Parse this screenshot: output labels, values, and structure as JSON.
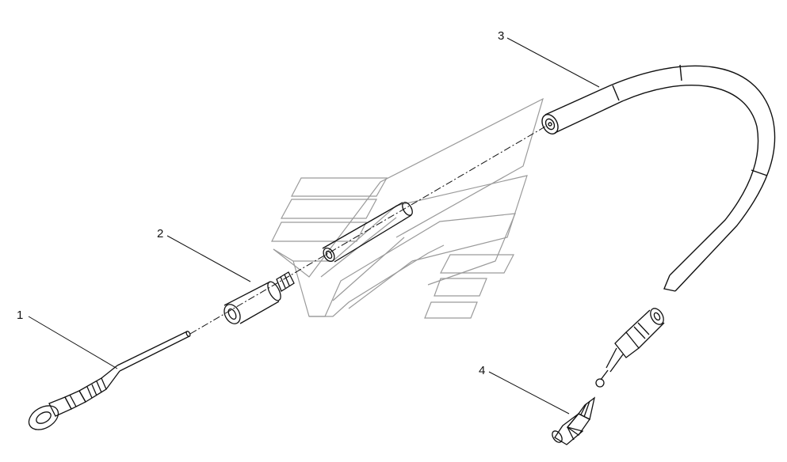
{
  "diagram": {
    "callouts": [
      {
        "id": "part-1",
        "label": "1"
      },
      {
        "id": "part-2",
        "label": "2"
      },
      {
        "id": "part-3",
        "label": "3"
      },
      {
        "id": "part-4",
        "label": "4"
      }
    ]
  },
  "colors": {
    "line": "#111111",
    "watermark": "#9a9a9a",
    "background": "#ffffff"
  }
}
